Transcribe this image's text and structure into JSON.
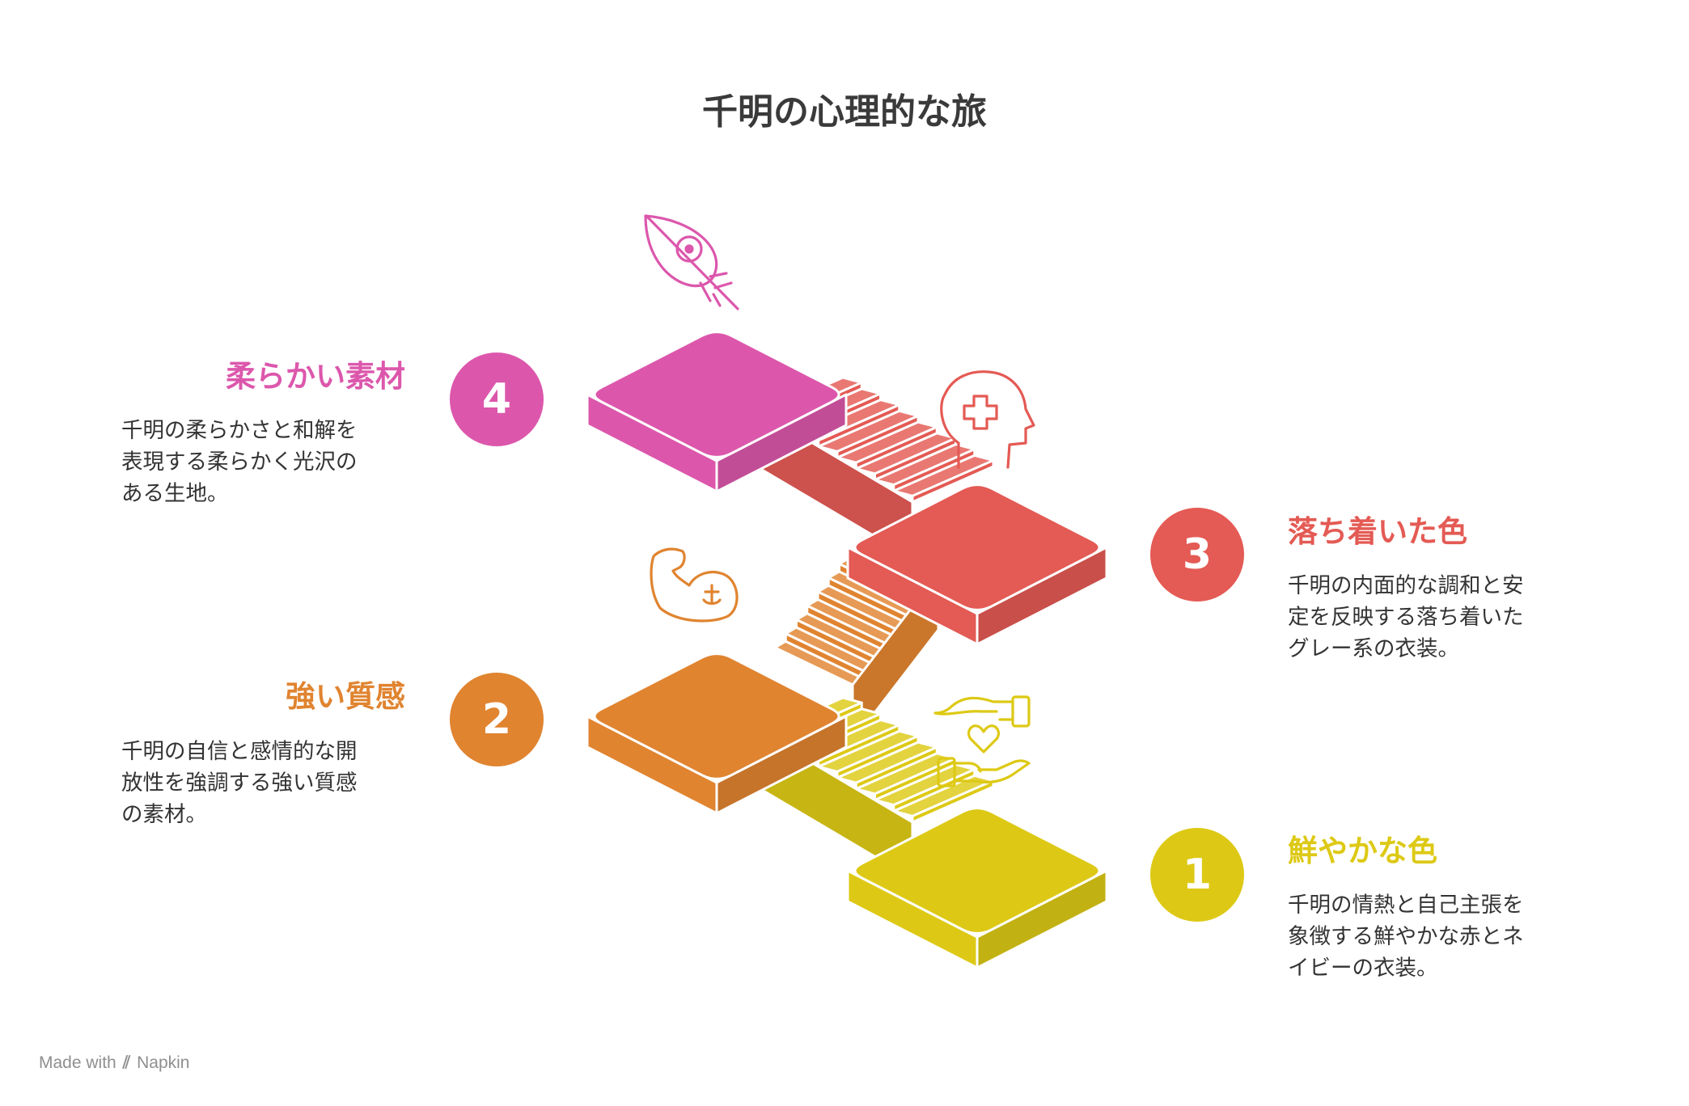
{
  "title": "千明の心理的な旅",
  "steps": [
    {
      "number": "1",
      "heading": "鮮やかな色",
      "desc_lines": [
        "千明の情熱と自己主張を",
        "象徴する鮮やかな赤とネ",
        "イビーの衣装。"
      ],
      "color": "#ddc915",
      "icon": "hands-heart-icon"
    },
    {
      "number": "2",
      "heading": "強い質感",
      "desc_lines": [
        "千明の自信と感情的な開",
        "放性を強調する強い質感",
        "の素材。"
      ],
      "color": "#e08430",
      "icon": "flexed-arm-icon"
    },
    {
      "number": "3",
      "heading": "落ち着いた色",
      "desc_lines": [
        "千明の内面的な調和と安",
        "定を反映する落ち着いた",
        "グレー系の衣装。"
      ],
      "color": "#e45a54",
      "icon": "mental-health-head-icon"
    },
    {
      "number": "4",
      "heading": "柔らかい素材",
      "desc_lines": [
        "千明の柔らかさと和解を",
        "表現する柔らかく光沢の",
        "ある生地。"
      ],
      "color": "#dc57ac",
      "icon": "feather-icon"
    }
  ],
  "footer": {
    "made_with": "Made with",
    "brand": "Napkin"
  }
}
